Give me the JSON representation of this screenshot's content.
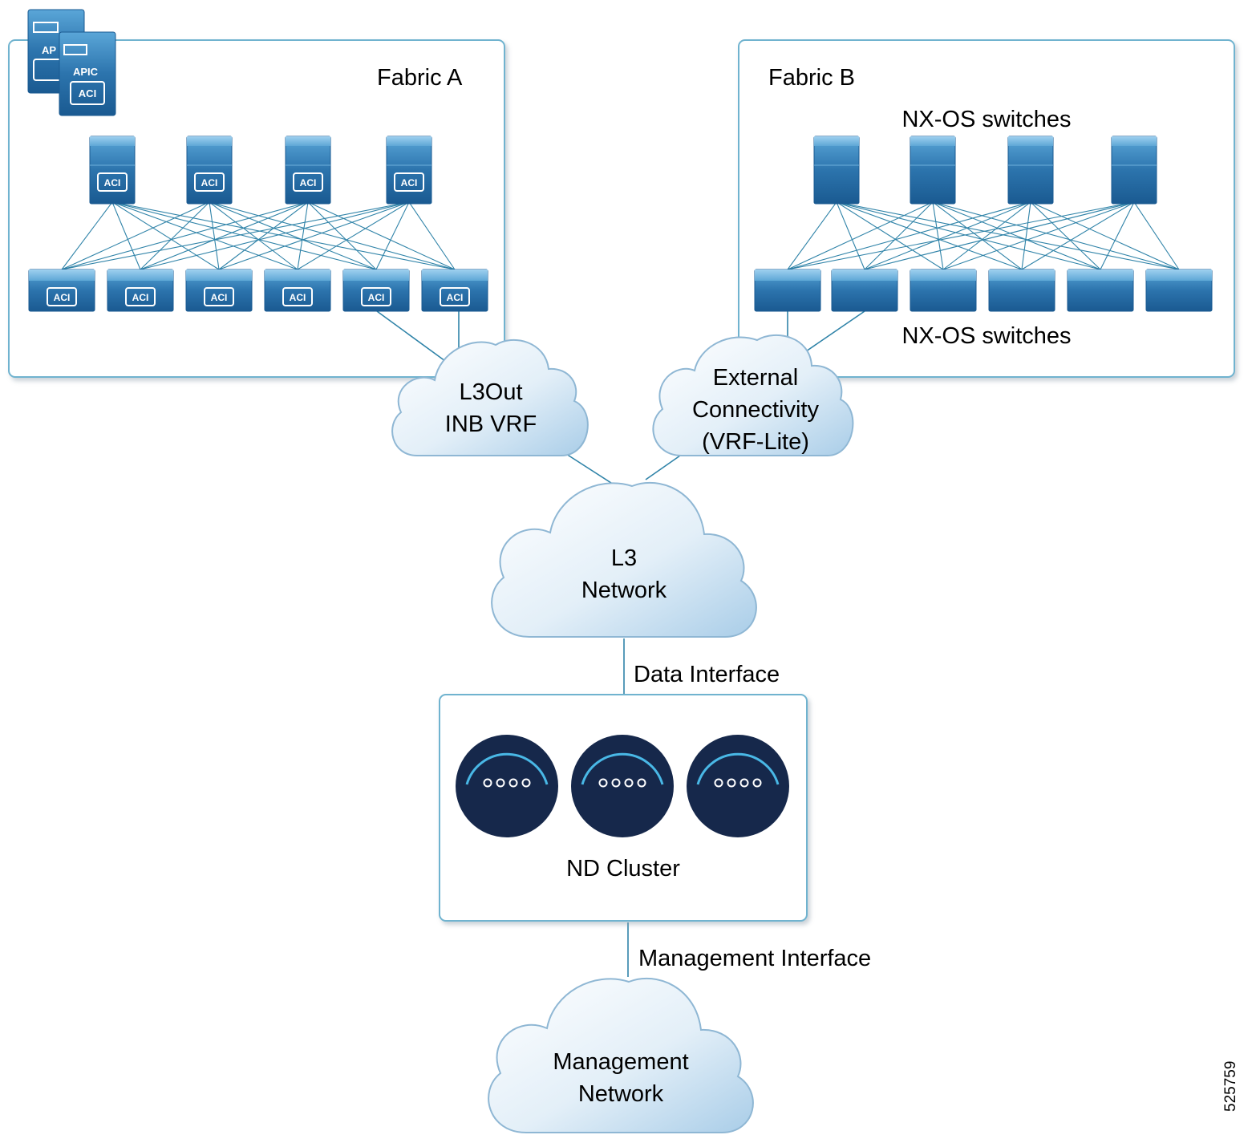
{
  "fabric_a": {
    "title": "Fabric A",
    "apic_label": "APIC",
    "apic_label_partial": "AP",
    "device_badge": "ACI"
  },
  "fabric_b": {
    "title": "Fabric B",
    "spine_label": "NX-OS switches",
    "leaf_label": "NX-OS switches"
  },
  "clouds": {
    "l3out": [
      "L3Out",
      "INB VRF"
    ],
    "external": [
      "External",
      "Connectivity",
      "(VRF-Lite)"
    ],
    "l3": [
      "L3",
      "Network"
    ],
    "management": [
      "Management",
      "Network"
    ]
  },
  "links": {
    "data_interface": "Data Interface",
    "management_interface": "Management Interface"
  },
  "nd_cluster": {
    "label": "ND Cluster",
    "node_count": 3
  },
  "figure_id": "525759",
  "colors": {
    "switch_dark": "#1f639b",
    "switch_light": "#4d9bd1",
    "link": "#2f83a8",
    "frame": "#6fb3cf",
    "cloud_light": "#edf5fb",
    "cloud_dark": "#b9d7ec",
    "node": "#16284b",
    "node_arc": "#49b8e6"
  }
}
